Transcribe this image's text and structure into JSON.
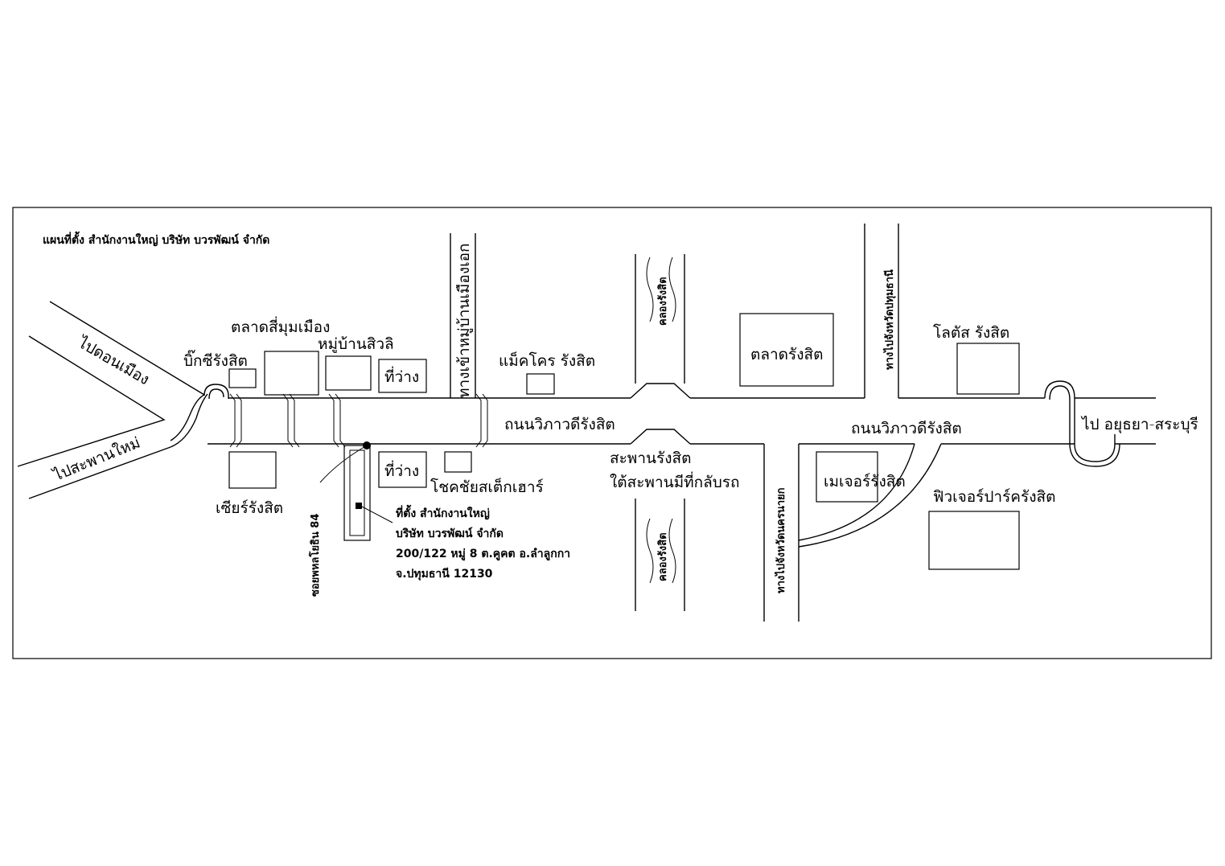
{
  "map": {
    "title": "แผนที่ตั้ง สำนักงานใหญ่ บริษัท บวรพัฒน์ จำกัด",
    "places": {
      "to_don_mueang": "ไปดอนเมือง",
      "to_saphan_mai": "ไปสะพานใหม่",
      "big_c": "บิ๊กซีรังสิต",
      "talad_si_mum_mueang": "ตลาดสี่มุมเมือง",
      "mooban_siwali": "หมู่บ้านสิวลิ",
      "vacant_north": "ที่ว่าง",
      "vacant_south": "ที่ว่าง",
      "to_mooban_mueang_ake": "ทางเข้าหมู่บ้านเมืองเอก",
      "makro": "แม็คโคร  รังสิต",
      "road_vibhavadi_west": "ถนนวิภาวดีรังสิต",
      "road_vibhavadi_east": "ถนนวิภาวดีรังสิต",
      "khlong_north": "คลองรังสิต",
      "khlong_south": "คลองรังสิต",
      "talad_rangsit": "ตลาดรังสิต",
      "to_pathum_thani": "ทางไปจังหวัดปทุมธานี",
      "lotus": "โลตัส  รังสิต",
      "to_ayutthaya": "ไป  อยุธยา-สระบุรี",
      "saphan_rangsit": "สะพานรังสิต",
      "under_bridge_uturn": "ใต้สะพานมีที่กลับรถ",
      "to_nakhon_nayok": "ทางไปจังหวัดนครนายก",
      "major": "เมเจอร์รังสิต",
      "future_park": "ฟิวเจอร์ปาร์ครังสิต",
      "seer": "เซียร์รังสิต",
      "soi_phahonyothin": "ซอยพหลโยธิน 84",
      "chokchai": "โชคชัยสเต็กเฮาร์"
    },
    "address": {
      "line1": "ที่ตั้ง สำนักงานใหญ่",
      "line2": "บริษัท บวรพัฒน์ จำกัด",
      "line3": "200/122 หมู่ 8 ต.คูคต อ.ลำลูกกา",
      "line4": " จ.ปทุมธานี 12130"
    }
  }
}
